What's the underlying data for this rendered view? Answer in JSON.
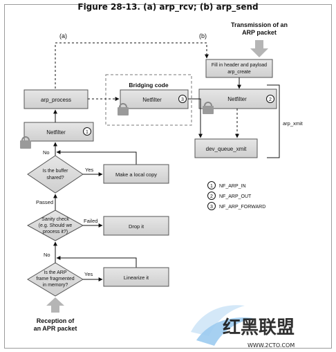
{
  "figure": {
    "title": "Figure 28-13. (a) arp_rcv; (b) arp_send"
  },
  "labels": {
    "path_a": "(a)",
    "path_b": "(b)",
    "transmission_line1": "Transmission of an",
    "transmission_line2": "ARP packet",
    "fill_header_line1": "Fill in header and payload",
    "fill_header_line2": "arp_create",
    "arp_process": "arp_process",
    "bridging_code": "Bridging code",
    "netfilter_bridge": "Netfilter",
    "netfilter_tx": "Netfilter",
    "netfilter_rx": "Netfilter",
    "arp_xmit": "arp_xmit",
    "dev_queue_xmit": "dev_queue_xmit",
    "no_top": "No",
    "buffer_shared_line1": "Is the buffer",
    "buffer_shared_line2": "shared?",
    "yes_shared": "Yes",
    "make_local_copy": "Make a local copy",
    "passed": "Passed",
    "sanity_line1": "Sanity check",
    "sanity_line2": "(e.g. Should we",
    "sanity_line3": "process it?)",
    "failed": "Failed",
    "drop_it": "Drop it",
    "no_bottom": "No",
    "fragmented_line1": "Is the ARP",
    "fragmented_line2": "frame fragmented",
    "fragmented_line3": "in memory?",
    "yes_fragmented": "Yes",
    "linearize_it": "Linearize it",
    "reception_line1": "Reception of",
    "reception_line2": "an APR packet"
  },
  "badges": {
    "one": "1",
    "two": "2",
    "three": "3"
  },
  "legend": [
    {
      "num": "1",
      "text": "NF_ARP_IN"
    },
    {
      "num": "2",
      "text": "NF_ARP_OUT"
    },
    {
      "num": "3",
      "text": "NF_ARP_FORWARD"
    }
  ],
  "watermark": {
    "text": "红黑联盟",
    "url": "WWW.2CTO.COM"
  },
  "colors": {
    "box_fill": "#d9d9d9",
    "box_stroke": "#555555",
    "arrow_gray": "#b5b5b5",
    "text": "#111111"
  }
}
